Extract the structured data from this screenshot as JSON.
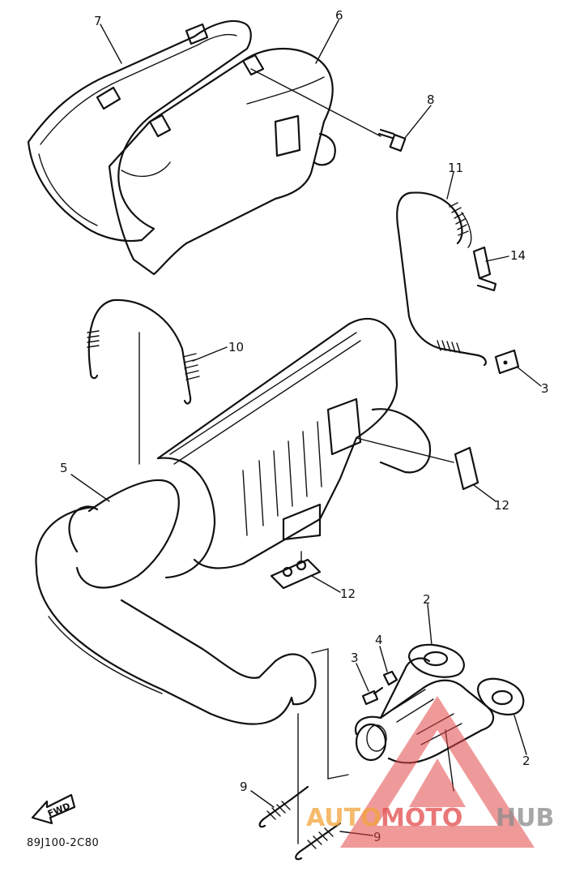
{
  "diagram": {
    "callouts": [
      {
        "id": "c7",
        "label": "7"
      },
      {
        "id": "c6",
        "label": "6"
      },
      {
        "id": "c8",
        "label": "8"
      },
      {
        "id": "c11",
        "label": "11"
      },
      {
        "id": "c14",
        "label": "14"
      },
      {
        "id": "c10",
        "label": "10"
      },
      {
        "id": "c3a",
        "label": "3"
      },
      {
        "id": "c5",
        "label": "5"
      },
      {
        "id": "c12a",
        "label": "12"
      },
      {
        "id": "c12b",
        "label": "12"
      },
      {
        "id": "c2a",
        "label": "2"
      },
      {
        "id": "c4",
        "label": "4"
      },
      {
        "id": "c3b",
        "label": "3"
      },
      {
        "id": "c2b",
        "label": "2"
      },
      {
        "id": "c9a",
        "label": "9"
      },
      {
        "id": "c9b",
        "label": "9"
      }
    ],
    "fwd_label": "FWD",
    "drawing_code": "89J100-2C80"
  },
  "watermark": {
    "part1": "AUTO",
    "part2": "MOTO",
    "part3": "HUB",
    "colors": {
      "red": "#e24a4a",
      "orange": "#f2a33a",
      "gray": "#8a8a8a"
    }
  }
}
